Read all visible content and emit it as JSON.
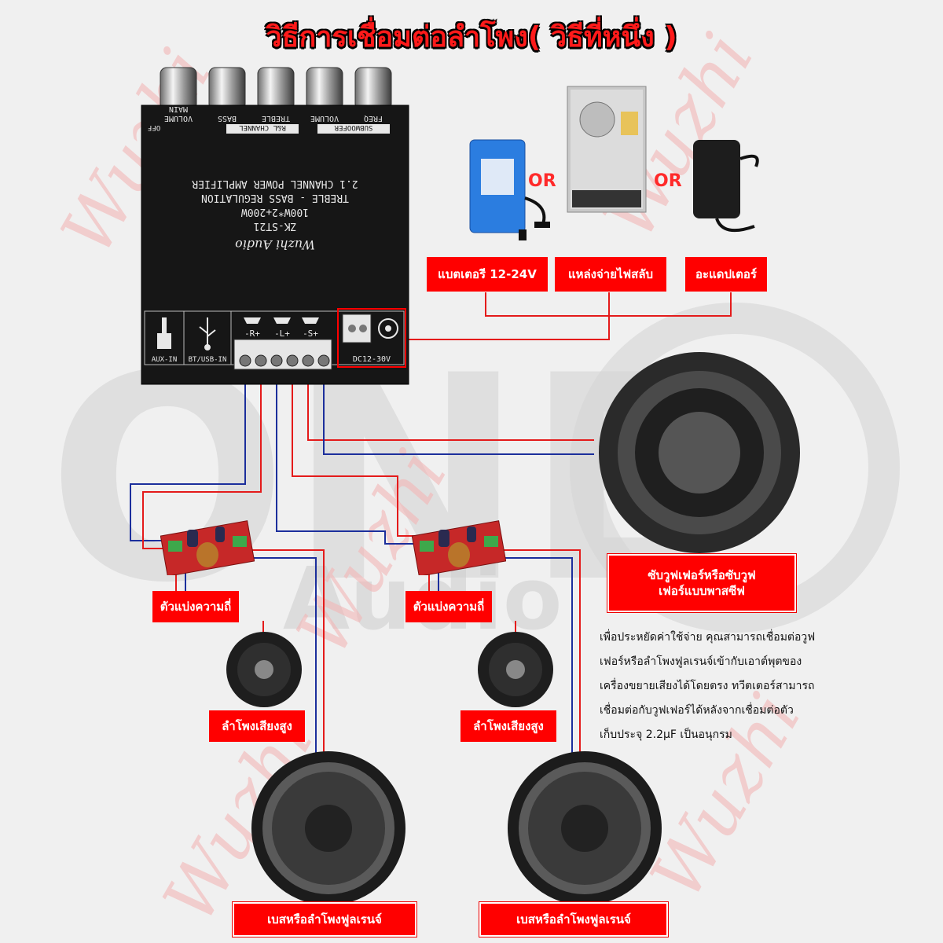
{
  "title": "วิธีการเชื่อมต่อลำโพง( วิธีที่หนึ่ง )",
  "background_watermark": {
    "brand_main": "ONE",
    "brand_sub": "Audio",
    "script": "Wuzhi"
  },
  "amplifier_board": {
    "knobs": [
      {
        "line1": "MAIN",
        "line2": "VOLUME"
      },
      {
        "line1": "BASS",
        "line2": ""
      },
      {
        "line1": "TREBLE",
        "line2": ""
      },
      {
        "line1": "VOLUME",
        "line2": ""
      },
      {
        "line1": "FREQ",
        "line2": ""
      }
    ],
    "off_label": "OFF",
    "rl_channel": "R&L CHANNEL",
    "subwoofer": "SUBWOOFER",
    "model_lines": [
      "2.1 CHANNEL POWER AMPLIFIER",
      "TREBLE - BASS REGULATION",
      "100W*2+200W",
      "ZK-ST21"
    ],
    "brand_script": "Wuzhi Audio",
    "port_aux": "AUX-IN",
    "port_bt": "BT/USB-IN",
    "terminals": [
      "-R+",
      "-L+",
      "-S+"
    ],
    "dc_label": "DC12-30V"
  },
  "power": {
    "or_1": "OR",
    "or_2": "OR",
    "battery_label": "แบตเตอรี 12-24V",
    "switching_label": "แหล่งจ่ายไฟสลับ",
    "adapter_label": "อะแดปเตอร์"
  },
  "subwoofer_label": "ซับวูฟเฟอร์หรือซับวูฟ\nเฟอร์แบบพาสซีฟ",
  "crossover_label_left": "ตัวแบ่งความถี่",
  "crossover_label_right": "ตัวแบ่งความถี่",
  "tweeter_label_left": "ลำโพงเสียงสูง",
  "tweeter_label_right": "ลำโพงเสียงสูง",
  "woofer_label_left": "เบสหรือลำโพงฟูลเรนจ์",
  "woofer_label_right": "เบสหรือลำโพงฟูลเรนจ์",
  "note_lines": [
    "เพื่อประหยัดค่าใช้จ่าย คุณสามารถเชื่อมต่อวูฟ",
    "เฟอร์หรือลำโพงฟูลเรนจ์เข้ากับเอาต์พุตของ",
    "เครื่องขยายเสียงได้โดยตรง ทวีตเตอร์สามารถ",
    "เชื่อมต่อกับวูฟเฟอร์ได้หลังจากเชื่อมต่อตัว",
    "เก็บประจุ 2.2μF เป็นอนุกรม"
  ],
  "colors": {
    "accent_red": "#ff0000",
    "wire_red": "#e41b1b",
    "wire_blue": "#1c2f9c",
    "board": "#161616"
  }
}
